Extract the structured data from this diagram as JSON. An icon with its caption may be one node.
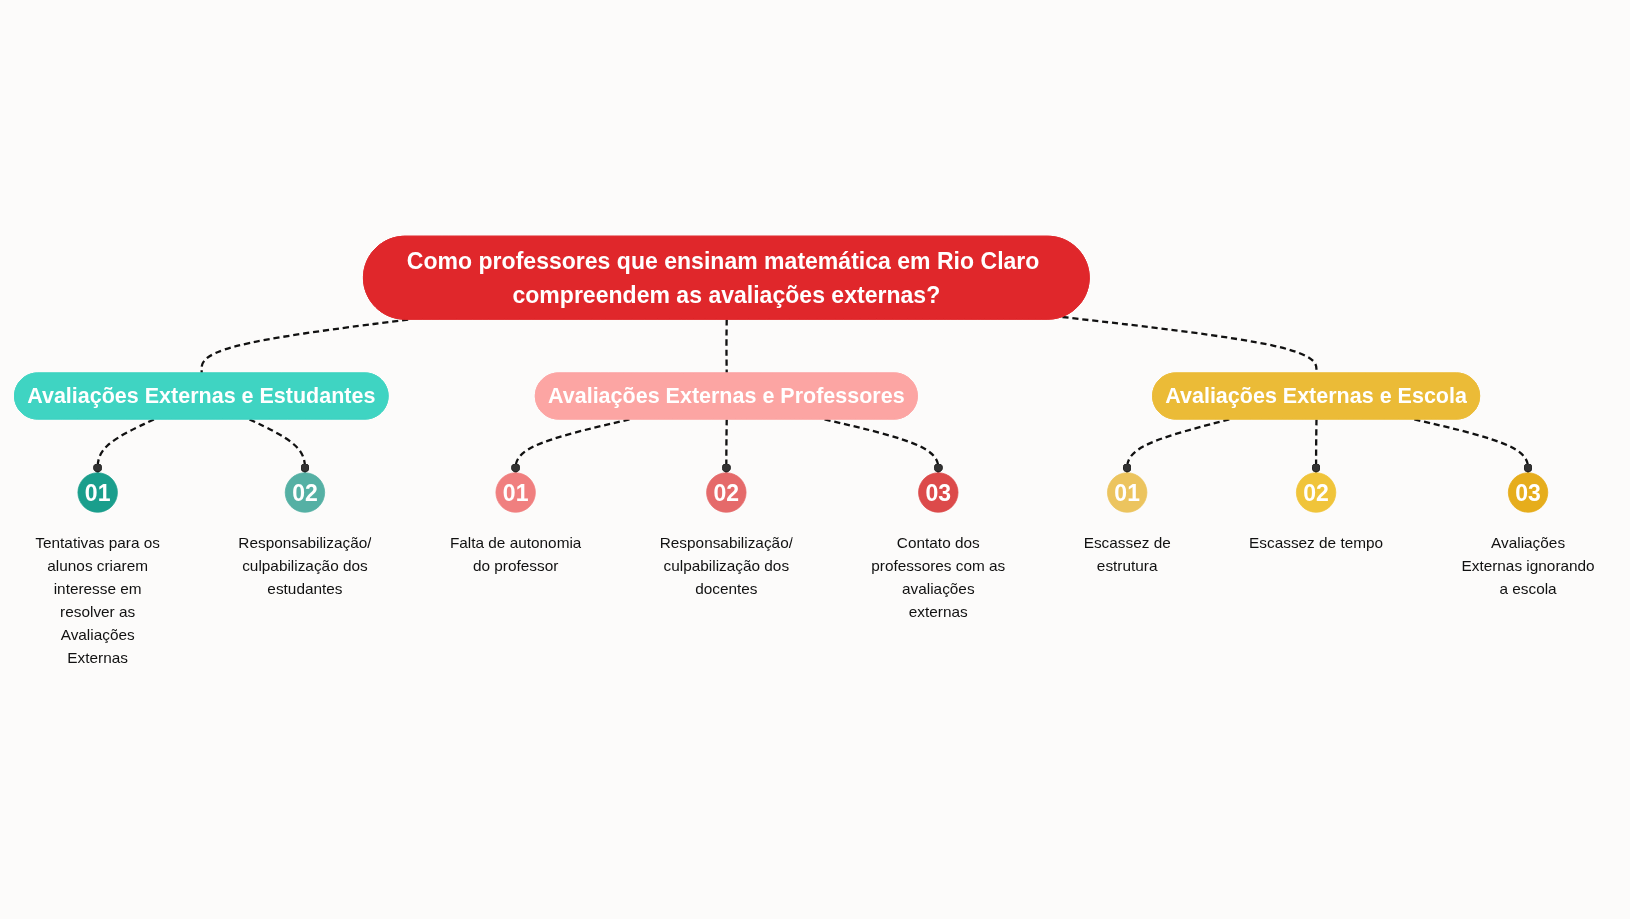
{
  "diagram": {
    "nodes": [
      {
        "text": [
          "Como professores que ensinam matemática em Rio Claro compreendem as avaliações externas?"
        ]
      },
      {
        "text": [
          "Avaliações Externas e Estudantes"
        ]
      },
      {
        "text": [
          "Avaliações Externas e Professores"
        ]
      },
      {
        "text": [
          "Avaliações Externas e Escola"
        ]
      },
      {
        "text": [
          "01"
        ],
        "beside": [
          "Tentativas para os alunos criarem interesse em resolver as Avaliações Externas"
        ]
      },
      {
        "text": [
          "02"
        ],
        "beside": [
          "Responsabilização/ culpabilização dos estudantes"
        ]
      },
      {
        "text": [
          "01"
        ],
        "beside": [
          "Falta de autonomia do professor"
        ]
      },
      {
        "text": [
          "02"
        ],
        "beside": [
          "Responsabilização/ culpabilização dos docentes"
        ]
      },
      {
        "text": [
          "03"
        ],
        "beside": [
          "Contato dos professores com as avaliações externas"
        ]
      },
      {
        "text": [
          "01"
        ],
        "beside": [
          "Escassez de estrutura"
        ]
      },
      {
        "text": [
          "02"
        ],
        "beside": [
          "Escassez de tempo"
        ]
      },
      {
        "text": [
          "03"
        ],
        "beside": [
          "Avaliações Externas ignorando a escola"
        ]
      }
    ],
    "edges": [
      {
        "from": 0,
        "to": 1,
        "arrow": "none",
        "style": "dashed"
      },
      {
        "from": 0,
        "to": 2,
        "arrow": "none",
        "style": "dashed"
      },
      {
        "from": 0,
        "to": 3,
        "arrow": "none",
        "style": "dashed"
      },
      {
        "from": 1,
        "to": 4,
        "arrow": "other",
        "style": "dashed"
      },
      {
        "from": 1,
        "to": 5,
        "arrow": "other",
        "style": "dashed"
      },
      {
        "from": 2,
        "to": 6,
        "arrow": "other",
        "style": "dashed"
      },
      {
        "from": 2,
        "to": 7,
        "arrow": "other",
        "style": "dashed"
      },
      {
        "from": 2,
        "to": 8,
        "arrow": "other",
        "style": "dashed"
      },
      {
        "from": 3,
        "to": 9,
        "arrow": "other",
        "style": "dashed"
      },
      {
        "from": 3,
        "to": 10,
        "arrow": "other",
        "style": "dashed"
      },
      {
        "from": 3,
        "to": 11,
        "arrow": "other",
        "style": "dashed"
      }
    ]
  }
}
